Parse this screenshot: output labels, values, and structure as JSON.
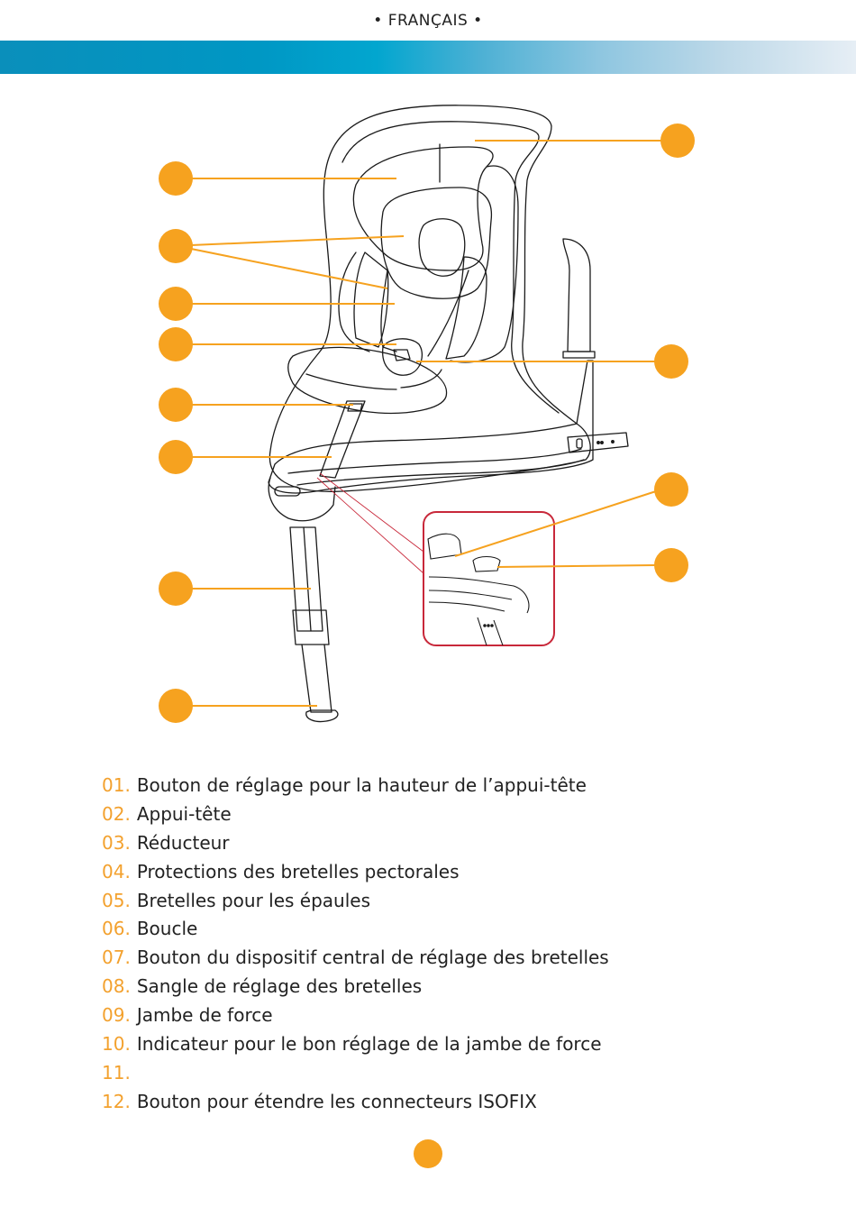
{
  "header": {
    "language_label": "•  FRANÇAIS •"
  },
  "colors": {
    "accent_orange": "#f6a21f",
    "number_orange": "#f3a12e",
    "band_start": "#0a8fbb",
    "band_end": "#e6eef5",
    "detail_frame_red": "#c8283a",
    "line_black": "#1a1a1a"
  },
  "figure": {
    "callout_markers": 12,
    "detail_inset": true
  },
  "parts": [
    {
      "num": "01.",
      "label": "Bouton de réglage pour la hauteur de l’appui-tête"
    },
    {
      "num": "02.",
      "label": "Appui-tête"
    },
    {
      "num": "03.",
      "label": "Réducteur"
    },
    {
      "num": "04.",
      "label": "Protections des bretelles pectorales"
    },
    {
      "num": "05.",
      "label": "Bretelles pour les épaules"
    },
    {
      "num": "06.",
      "label": "Boucle"
    },
    {
      "num": "07.",
      "label": "Bouton du dispositif central de réglage des bretelles"
    },
    {
      "num": "08.",
      "label": "Sangle de réglage des bretelles"
    },
    {
      "num": "09.",
      "label": "Jambe de force"
    },
    {
      "num": "10.",
      "label": "Indicateur pour le bon réglage de la jambe de force"
    },
    {
      "num": "11.",
      "label": ""
    },
    {
      "num": "12.",
      "label": "Bouton pour étendre les connecteurs ISOFIX"
    }
  ]
}
